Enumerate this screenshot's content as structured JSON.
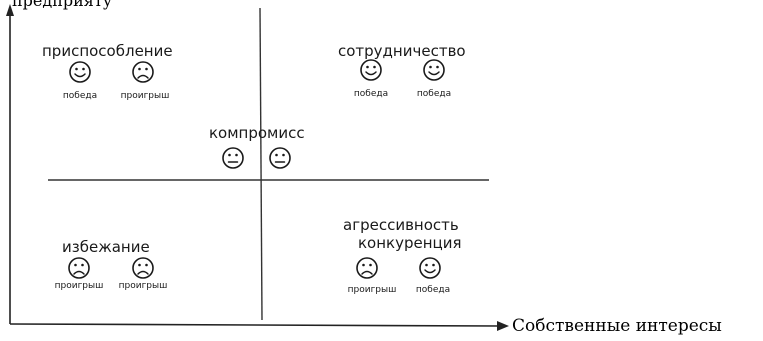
{
  "top_cut_text": "предприяту",
  "x_axis_label": "Собственные интересы",
  "quadrants": {
    "accommodation": {
      "title": "приспособление",
      "faces": [
        {
          "mood": "happy",
          "label": "победа"
        },
        {
          "mood": "sad",
          "label": "проигрыш"
        }
      ]
    },
    "cooperation": {
      "title": "сотрудничество",
      "faces": [
        {
          "mood": "happy",
          "label": "победа"
        },
        {
          "mood": "happy",
          "label": "победа"
        }
      ]
    },
    "compromise": {
      "title": "компромисс",
      "faces": [
        {
          "mood": "neutral"
        },
        {
          "mood": "neutral"
        }
      ]
    },
    "avoidance": {
      "title": "избежание",
      "faces": [
        {
          "mood": "sad",
          "label": "проигрыш"
        },
        {
          "mood": "sad",
          "label": "проигрыш"
        }
      ]
    },
    "competition": {
      "title_line1": "агрессивность",
      "title_line2": "конкуренция",
      "faces": [
        {
          "mood": "sad",
          "label": "проигрыш"
        },
        {
          "mood": "happy",
          "label": "победа"
        }
      ]
    }
  }
}
